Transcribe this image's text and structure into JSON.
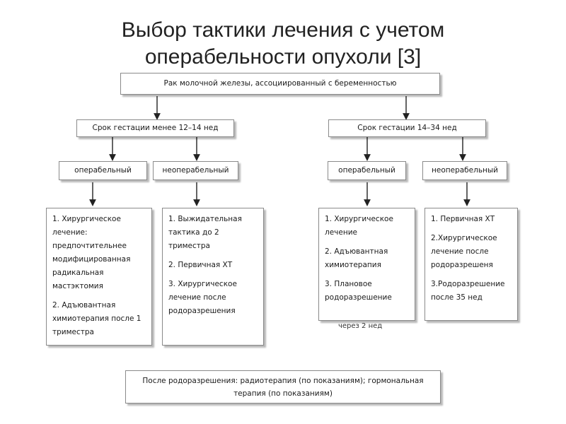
{
  "title": {
    "line1": "Выбор тактики лечения с учетом",
    "line2": "операбельности опухоли [3]"
  },
  "root": "Рак молочной железы, ассоциированный с беременностью",
  "left_branch": {
    "header": "Срок гестации менее 12–14 нед",
    "operable_label": "операбельный",
    "inoperable_label": "неоперабельный",
    "operable_items": [
      "1. Хирургическое лечение: предпочтительнее модифицированная радикальная мастэктомия",
      "2. Адъювантная химиотерапия после 1 триместра"
    ],
    "inoperable_items": [
      "1. Выжидательная тактика до 2 триместра",
      "2. Первичная ХТ",
      "3. Хирургическое лечение после родоразрешения"
    ]
  },
  "right_branch": {
    "header": "Срок гестации 14–34 нед",
    "operable_label": "операбельный",
    "inoperable_label": "неоперабельный",
    "operable_items": [
      "1. Хирургическое лечение",
      "2. Адъювантная химиотерапия",
      "3. Плановое родоразрешение"
    ],
    "operable_note": "через 2 нед",
    "inoperable_items": [
      "1. Первичная ХТ",
      "2.Хирургическое лечение после родоразрешеня",
      "3.Родоразрешение после 35 нед"
    ]
  },
  "footer": "После родоразрешения: радиотерапия (по показаниям); гормональная терапия (по показаниям)"
}
